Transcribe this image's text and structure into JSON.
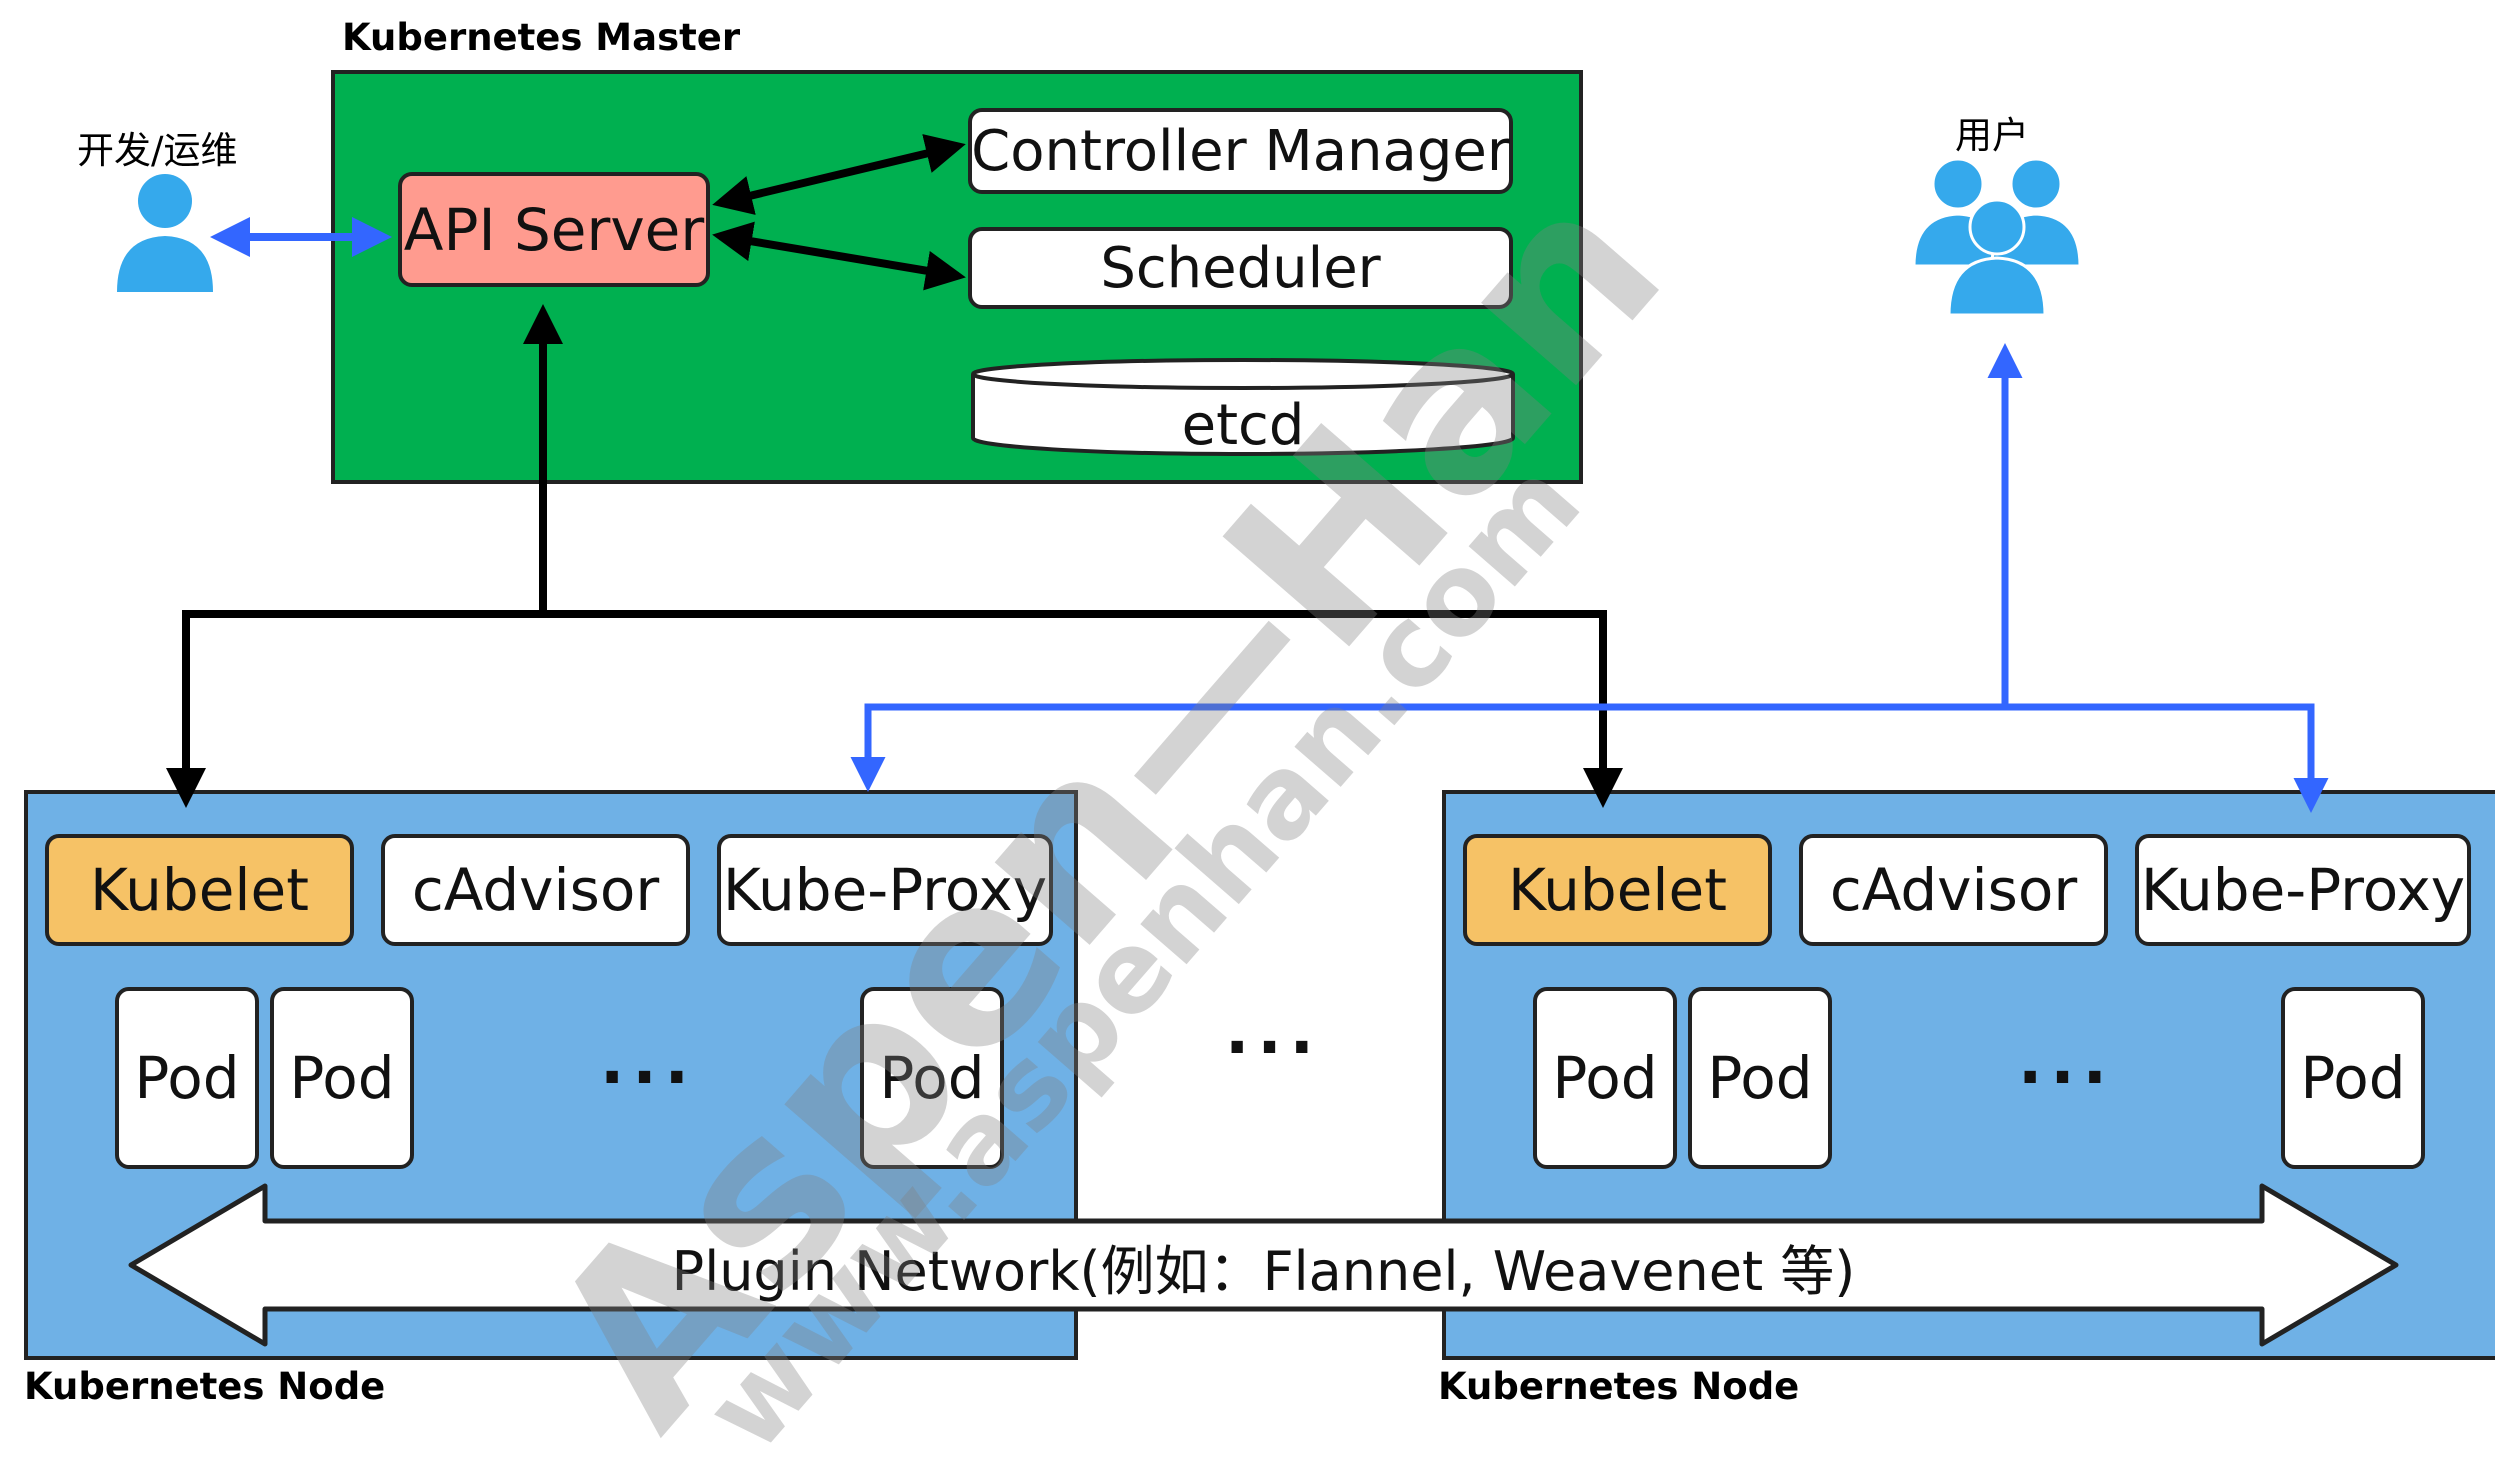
{
  "master": {
    "title": "Kubernetes Master",
    "api_server": "API Server",
    "controller_manager": "Controller Manager",
    "scheduler": "Scheduler",
    "etcd": "etcd"
  },
  "actors": {
    "devops": "开发/运维",
    "users": "用户"
  },
  "nodes": [
    {
      "title": "Kubernetes Node",
      "kubelet": "Kubelet",
      "cadvisor": "cAdvisor",
      "kube_proxy": "Kube-Proxy",
      "pods": [
        "Pod",
        "Pod",
        "Pod"
      ],
      "ellipsis": "..."
    },
    {
      "title": "Kubernetes Node",
      "kubelet": "Kubelet",
      "cadvisor": "cAdvisor",
      "kube_proxy": "Kube-Proxy",
      "pods": [
        "Pod",
        "Pod",
        "Pod"
      ],
      "ellipsis": "..."
    }
  ],
  "between_nodes_ellipsis": "...",
  "network": "Plugin Network(例如：Flannel, Weavenet 等)",
  "watermark": {
    "name": "Aspen—Han",
    "url": "www.aspenhan.com"
  },
  "colors": {
    "master_bg": "#00b050",
    "api_server": "#ff9b8f",
    "node_bg": "#6fb1e6",
    "kubelet": "#f6c266",
    "blue_arrow": "#3366ff",
    "user_icon": "#35a9ec"
  }
}
